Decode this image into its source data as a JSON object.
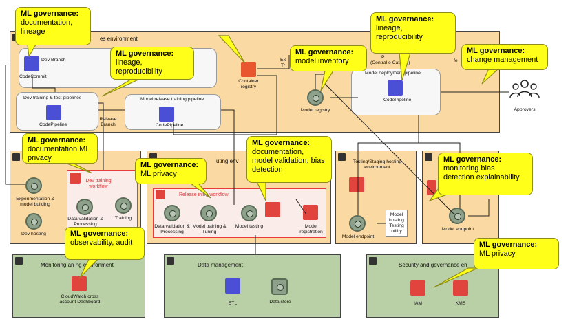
{
  "envs": {
    "top": "es environment",
    "monitoring": "Monitoring an     ng environment",
    "data_mgmt": "Data management",
    "security": "Security and governance en",
    "dev_env": "uting env"
  },
  "labels": {
    "dev_branch": "Dev Branch",
    "codecommit": "CodeCommit",
    "dev_pipelines": "Dev training & test pipelines",
    "codepipeline_a": "CodePipeline",
    "release_branch": "Release Branch",
    "model_release_pipeline": "Model release training pipeline",
    "codepipeline_b": "CodePipeline",
    "container_registry": "Container registry",
    "exp_tr": "Ex Tr",
    "model_registry": "Model registry",
    "central_catalog": "(Central    e Catalog)",
    "pr": "P",
    "model_deploy_pipeline": "Model deployment  pipeline",
    "codepipeline_c": "CodePipeline",
    "fe": "fe",
    "approvers": "Approvers",
    "exp_model_building": "Experimentation & model building",
    "dev_hosting": "Dev hosting",
    "dev_training_workflow": "Dev training workflow",
    "data_validation_a": "Data validation & Processing",
    "training": "Training",
    "release_workflow": "Release  ining  workflow",
    "data_validation_b": "Data validation & Processing",
    "model_training_tuning": "Model training & Tuning",
    "model_testing": "Model testing",
    "model_registration": "Model registration",
    "testing_env": "Testing/Staging hosting environment",
    "model_endpoint_a": "Model endpoint",
    "model_hosting_utility": "Model hosting Testing utility",
    "model_endpoint_b": "Model endpoint",
    "cloudwatch": "CloudWatch cross account Dashboard",
    "etl": "ETL",
    "data_store": "Data store",
    "iam": "IAM",
    "kms": "KMS"
  },
  "callouts": {
    "c1": {
      "title": "ML governance:",
      "body": "documentation, lineage"
    },
    "c2": {
      "title": "ML governance:",
      "body": "lineage, reproducibility"
    },
    "c3": {
      "title": "ML governance:",
      "body": "lineage, reproducibility"
    },
    "c4": {
      "title": "ML governance:",
      "body": "model inventory"
    },
    "c5": {
      "title": "ML governance:",
      "body": "change management"
    },
    "c6": {
      "title": "ML governance:",
      "body": "documentation ML privacy"
    },
    "c7": {
      "title": "ML governance:",
      "body": "ML privacy"
    },
    "c8": {
      "title": "ML governance:",
      "body": "documentation, model validation, bias detection"
    },
    "c9": {
      "title": "ML governance:",
      "body": "monitoring bias detection explainability"
    },
    "c10": {
      "title": "ML governance:",
      "body": "observability, audit"
    },
    "c11": {
      "title": "ML governance:",
      "body": "ML privacy"
    }
  },
  "colors": {
    "callout": "#ffff1a",
    "env_orange": "#fbd9a3",
    "env_green": "#b9cfa5",
    "workflow_red": "#e83a3a",
    "pipeline_blue": "#4b4fd6"
  }
}
